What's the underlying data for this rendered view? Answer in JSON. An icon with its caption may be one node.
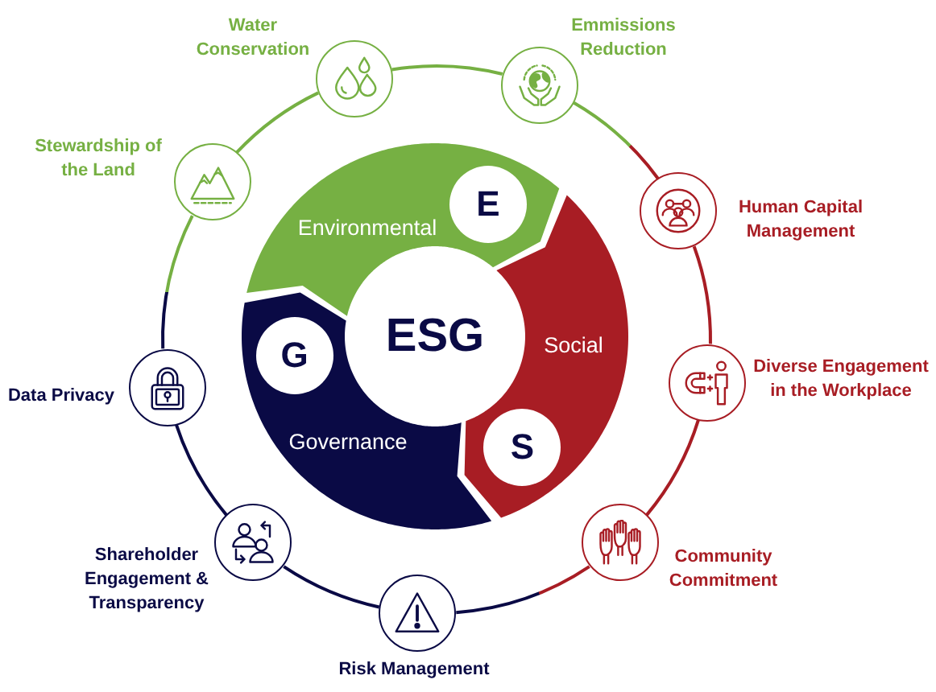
{
  "diagram": {
    "nodes": [
      {
        "text": [
          "ESG"
        ]
      },
      {
        "text": [
          "Environmental"
        ]
      },
      {
        "text": [
          "E"
        ],
        "in": 1
      },
      {
        "text": [
          "Social"
        ]
      },
      {
        "text": [
          "S"
        ],
        "in": 3
      },
      {
        "text": [
          "Governance"
        ]
      },
      {
        "text": [
          "G"
        ],
        "in": 5
      },
      {
        "text": [],
        "shape": "circle",
        "beside": [
          "Water Conservation"
        ]
      },
      {
        "text": [],
        "shape": "circle",
        "beside": [
          "Emmissions Reduction"
        ]
      },
      {
        "text": [],
        "shape": "circle",
        "beside": [
          "Human Capital Management"
        ]
      },
      {
        "text": [],
        "shape": "circle",
        "beside": [
          "Diverse Engagement in the Workplace"
        ]
      },
      {
        "text": [],
        "shape": "circle",
        "beside": [
          "Community Commitment"
        ]
      },
      {
        "text": [],
        "shape": "circle",
        "beside": [
          "Risk Management"
        ]
      },
      {
        "text": [],
        "shape": "circle",
        "beside": [
          "Shareholder Engagement & Transparency"
        ]
      },
      {
        "text": [],
        "shape": "circle",
        "beside": [
          "Data Privacy"
        ]
      },
      {
        "text": [],
        "shape": "circle",
        "beside": [
          "Stewardship of the Land"
        ]
      }
    ],
    "edges": [
      {
        "from": 7,
        "to": 8,
        "arrow": "none",
        "color": "#76b043"
      },
      {
        "from": 8,
        "to": 9,
        "arrow": "none"
      },
      {
        "from": 9,
        "to": 10,
        "arrow": "none",
        "color": "#a81d24"
      },
      {
        "from": 10,
        "to": 11,
        "arrow": "none",
        "color": "#a81d24"
      },
      {
        "from": 11,
        "to": 12,
        "arrow": "none"
      },
      {
        "from": 12,
        "to": 13,
        "arrow": "none",
        "color": "#0a0a45"
      },
      {
        "from": 13,
        "to": 14,
        "arrow": "none",
        "color": "#0a0a45"
      },
      {
        "from": 14,
        "to": 15,
        "arrow": "none"
      },
      {
        "from": 15,
        "to": 7,
        "arrow": "none",
        "color": "#76b043"
      }
    ]
  }
}
